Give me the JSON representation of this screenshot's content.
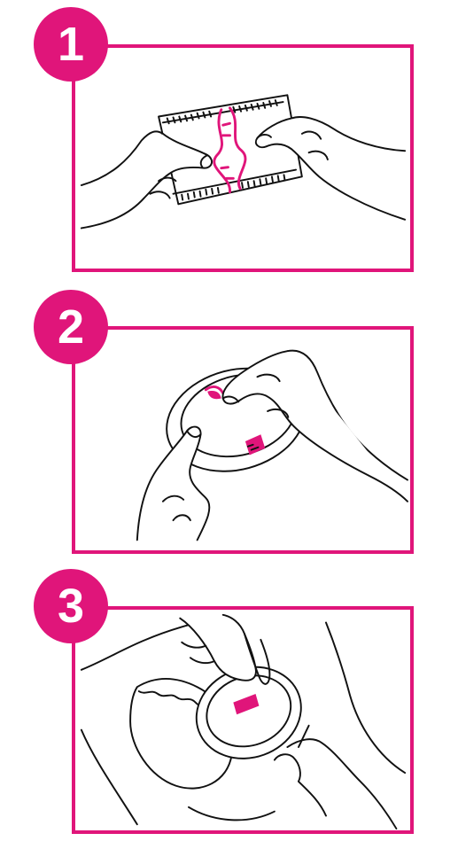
{
  "steps": [
    {
      "number": "1",
      "illustration": "hands-tearing-open-pad-package"
    },
    {
      "number": "2",
      "illustration": "hands-peeling-liner-from-breast-pad"
    },
    {
      "number": "3",
      "illustration": "hand-placing-pad-inside-bra-cup"
    }
  ],
  "colors": {
    "accent": "#e0157a",
    "line": "#111111",
    "background": "#ffffff"
  }
}
